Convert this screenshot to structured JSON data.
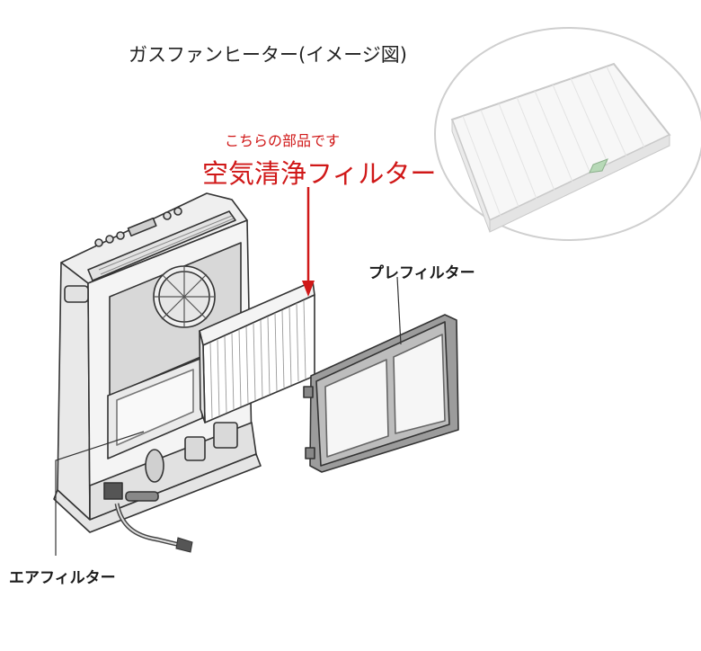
{
  "title": "ガスファンヒーター(イメージ図)",
  "callout": {
    "subtitle": "こちらの部品です",
    "part_name": "空気清浄フィルター"
  },
  "labels": {
    "pre_filter": "プレフィルター",
    "air_filter": "エアフィルター"
  },
  "colors": {
    "accent": "#d01818",
    "line": "#333333",
    "panel": "#f6f6f6"
  }
}
